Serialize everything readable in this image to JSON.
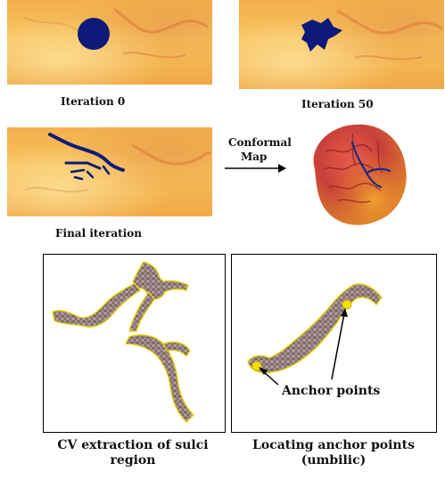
{
  "top": {
    "iteration0_label": "Iteration 0",
    "iteration50_label": "Iteration 50",
    "final_label": "Final iteration",
    "conformal_label_line1": "Conformal",
    "conformal_label_line2": "Map"
  },
  "bottom": {
    "left_caption_line1": "CV extraction of sulci",
    "left_caption_line2": "region",
    "right_caption_line1": "Locating anchor points",
    "right_caption_line2": "(umbilic)",
    "anchor_label": "Anchor points"
  },
  "colors": {
    "contour": "#0d1a7a",
    "map_base": "#f3b04c",
    "brain_red": "#c8403a",
    "brain_orange": "#e07a2a",
    "mesh": "#4a4a4a",
    "mesh_edge": "#e6d400"
  }
}
